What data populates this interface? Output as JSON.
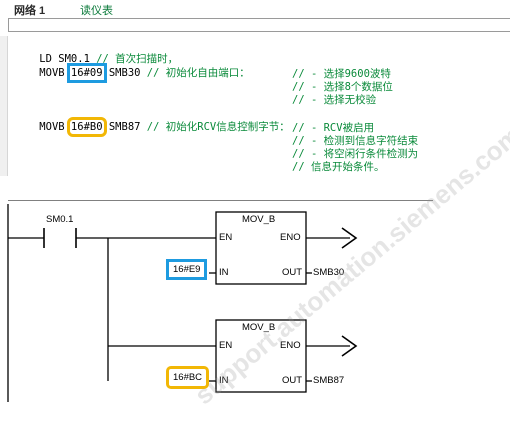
{
  "network": {
    "title": "网络 1",
    "comment": "读仪表"
  },
  "code": {
    "line1": {
      "op": "LD",
      "arg": "SM0.1",
      "comment": "// 首次扫描时，"
    },
    "line2": {
      "op": "MOVB",
      "src": "16#09",
      "dst": "SMB30",
      "comment": "// 初始化自由端口："
    },
    "line3": "// - 选择9600波特",
    "line4": "// - 选择8个数据位",
    "line5": "// - 选择无校验",
    "line6": {
      "op": "MOVB",
      "src": "16#B0",
      "dst": "SMB87",
      "comment": "// 初始化RCV信息控制字节："
    },
    "line7": "// - RCV被启用",
    "line8": "// - 检测到信息字符结束",
    "line9": "// - 将空闲行条件检测为",
    "line10": "// 信息开始条件。"
  },
  "ladder": {
    "contact": "SM0.1",
    "box1": {
      "title": "MOV_B",
      "en": "EN",
      "eno": "ENO",
      "in": "IN",
      "out": "OUT",
      "in_val": "16#E9",
      "out_val": "SMB30"
    },
    "box2": {
      "title": "MOV_B",
      "en": "EN",
      "eno": "ENO",
      "in": "IN",
      "out": "OUT",
      "in_val": "16#BC",
      "out_val": "SMB87"
    }
  },
  "watermark": "support.automation.siemens.com",
  "colors": {
    "comment_green": "#0a8a3a",
    "highlight_blue": "#1e9be0",
    "highlight_yellow": "#f2b705"
  }
}
